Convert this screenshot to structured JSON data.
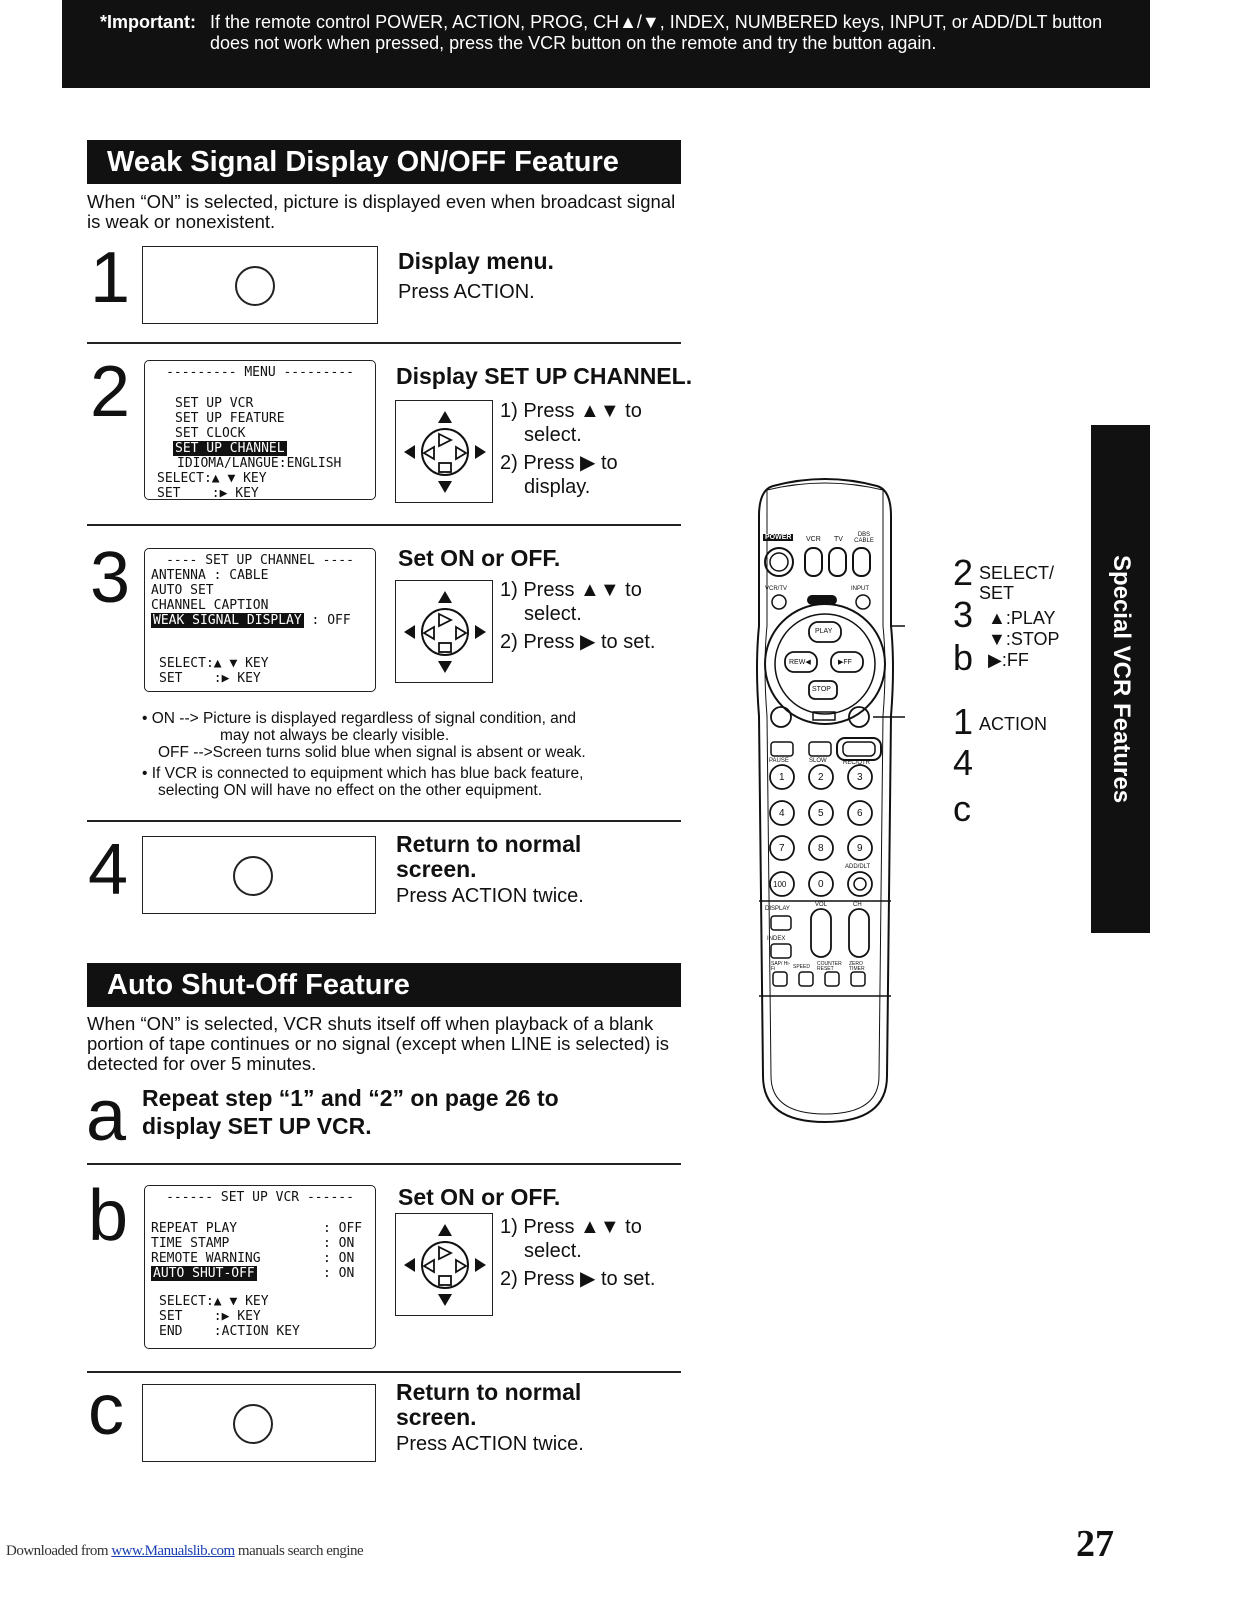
{
  "important": {
    "label": "*Important:",
    "text": "If the remote control POWER, ACTION, PROG, CH▲/▼, INDEX, NUMBERED keys, INPUT,  or ADD/DLT button does not work when pressed, press the VCR button on the remote and try the button again."
  },
  "weak_signal": {
    "title": "Weak Signal Display ON/OFF Feature",
    "intro": "When “ON” is selected, picture is displayed even when broadcast signal is weak or nonexistent.",
    "step1": {
      "num": "1",
      "title": "Display menu.",
      "text": "Press ACTION."
    },
    "step2": {
      "num": "2",
      "title": "Display SET UP CHANNEL.",
      "osd": {
        "title": "--------- MENU ---------",
        "items": [
          "SET UP VCR",
          "SET UP FEATURE",
          "SET CLOCK"
        ],
        "highlight": "SET UP CHANNEL",
        "lang": "IDIOMA/LANGUE:ENGLISH",
        "select": "SELECT:▲ ▼ KEY",
        "set": "SET    :▶ KEY"
      },
      "sub1a": "1) Press ▲▼ to",
      "sub1b": "select.",
      "sub2a": "2) Press ▶ to",
      "sub2b": "display."
    },
    "step3": {
      "num": "3",
      "title": "Set ON or OFF.",
      "osd": {
        "title": "---- SET UP CHANNEL ----",
        "l1": "ANTENNA : CABLE",
        "l2": "AUTO SET",
        "l3": "CHANNEL CAPTION",
        "highlight": "WEAK SIGNAL DISPLAY",
        "hl_value": ": OFF",
        "select": "SELECT:▲ ▼ KEY",
        "set": "SET    :▶ KEY"
      },
      "sub1a": "1) Press ▲▼ to",
      "sub1b": "select.",
      "sub2": "2) Press ▶ to set."
    },
    "bullets": {
      "b1a": "• ON --> Picture is displayed regardless of signal condition, and",
      "b1b": "may not always be clearly visible.",
      "b1c": "OFF -->Screen turns solid blue when signal is absent or weak.",
      "b2a": "• If VCR is connected to equipment which has blue back feature,",
      "b2b": "selecting ON will have no effect on the other equipment."
    },
    "step4": {
      "num": "4",
      "title1": "Return to normal",
      "title2": "screen.",
      "text": "Press ACTION twice."
    }
  },
  "auto_shutoff": {
    "title": "Auto Shut-Off Feature",
    "intro": "When “ON” is selected, VCR shuts  itself off when playback of a blank portion of tape continues or no signal (except when LINE is selected) is detected for over 5 minutes.",
    "stepa": {
      "num": "a",
      "text1": "Repeat step “1” and “2” on page 26 to",
      "text2": "display SET UP VCR."
    },
    "stepb": {
      "num": "b",
      "title": "Set ON or OFF.",
      "osd": {
        "title": "------ SET UP VCR ------",
        "r1": "REPEAT PLAY",
        "r1v": ": OFF",
        "r2": "TIME STAMP",
        "r2v": ": ON",
        "r3": "REMOTE WARNING",
        "r3v": ": ON",
        "highlight": "AUTO SHUT-OFF",
        "r4v": ": ON",
        "select": "SELECT:▲ ▼ KEY",
        "set": "SET    :▶ KEY",
        "end": "END    :ACTION KEY"
      },
      "sub1a": "1) Press ▲▼ to",
      "sub1b": "select.",
      "sub2": "2) Press ▶ to set."
    },
    "stepc": {
      "num": "c",
      "title1": "Return to normal",
      "title2": "screen.",
      "text": "Press ACTION twice."
    }
  },
  "remote_labels": {
    "l2": "2",
    "l2t1": "SELECT/",
    "l2t2": "SET",
    "l3": "3",
    "l3t1": "▲:PLAY",
    "l3t2": "▼:STOP",
    "lb": "b",
    "lbt": "▶:FF",
    "l1": "1",
    "l1t": "ACTION",
    "l4": "4",
    "lc": "c",
    "btn_power": "POWER",
    "btn_vcr": "VCR",
    "btn_tv": "TV",
    "btn_dbs": "DBS CABLE",
    "btn_vcrtv": "VCR/TV",
    "btn_input": "INPUT",
    "btn_play": "PLAY",
    "btn_rew": "REW◀",
    "btn_ff": "▶FF",
    "btn_stop": "STOP",
    "btn_pause": "PAUSE",
    "btn_slow": "SLOW",
    "btn_rectime": "REC/OTR",
    "btn_adddlt": "ADD/DLT",
    "btn_display": "DISPLAY",
    "btn_vol": "VOL",
    "btn_ch": "CH",
    "btn_index": "INDEX",
    "btn_sap": "SAP/ Hi-Fi",
    "btn_speed": "SPEED",
    "btn_counter": "COUNTER RESET",
    "btn_zero": "ZERO TIMER",
    "nums": [
      "1",
      "2",
      "3",
      "4",
      "5",
      "6",
      "7",
      "8",
      "9",
      "100",
      "0"
    ]
  },
  "side_tab": "Special VCR Features",
  "footer": {
    "prefix": "Downloaded from ",
    "link": "www.Manualslib.com",
    "suffix": " manuals search engine"
  },
  "page_number": "27"
}
